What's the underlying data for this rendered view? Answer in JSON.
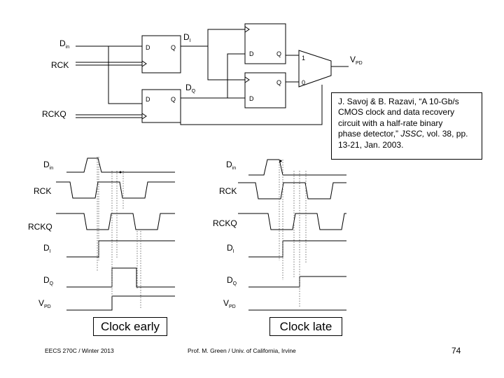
{
  "circuit": {
    "input_din_main": "D",
    "input_din_sub": "in",
    "input_rck": "RCK",
    "input_rckq_main": "RCKQ",
    "out_di_main": "D",
    "out_di_sub": "I",
    "out_dq_main": "D",
    "out_dq_sub": "Q",
    "vpd_main": "V",
    "vpd_sub": "PD",
    "ff_d": "D",
    "ff_q": "Q",
    "mux_in1": "1",
    "mux_in0": "0"
  },
  "citation": {
    "line1": "J. Savoj & B. Razavi, “A 10-Gb/s",
    "line2": "CMOS clock and data recovery",
    "line3": "circuit with a half-rate binary",
    "line4_prefix": "phase detector,” ",
    "line4_journal": "JSSC,",
    "line4_suffix": " vol. 38, pp.",
    "line5": "13-21, Jan. 2003."
  },
  "timing_labels": {
    "din_main": "D",
    "din_sub": "in",
    "rck": "RCK",
    "rckq": "RCKQ",
    "di_main": "D",
    "di_sub": "I",
    "dq_main": "D",
    "dq_sub": "Q",
    "vpd_main": "V",
    "vpd_sub": "PD"
  },
  "captions": {
    "early": "Clock early",
    "late": "Clock late"
  },
  "footer": {
    "left": "EECS 270C / Winter 2013",
    "center": "Prof. M. Green / Univ. of California, Irvine",
    "page": "74"
  }
}
